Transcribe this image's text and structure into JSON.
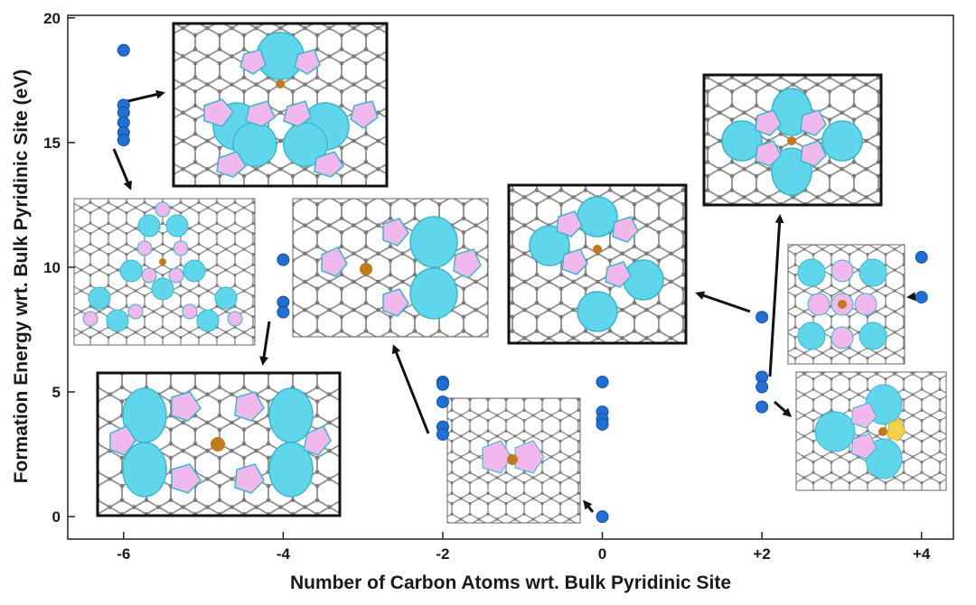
{
  "chart_data": {
    "type": "scatter",
    "title": "",
    "xlabel": "Number of Carbon Atoms wrt. Bulk Pyridinic Site",
    "ylabel": "Formation Energy wrt. Bulk Pyridinic Site (eV)",
    "xlim": [
      -6.7,
      4.4
    ],
    "ylim": [
      -0.9,
      20.1
    ],
    "xticks": [
      {
        "value": -6,
        "label": "-6"
      },
      {
        "value": -4,
        "label": "-4"
      },
      {
        "value": -2,
        "label": "-2"
      },
      {
        "value": 0,
        "label": "0"
      },
      {
        "value": 2,
        "label": "+2"
      },
      {
        "value": 4,
        "label": "+4"
      }
    ],
    "yticks": [
      {
        "value": 0,
        "label": "0"
      },
      {
        "value": 5,
        "label": "5"
      },
      {
        "value": 10,
        "label": "10"
      },
      {
        "value": 15,
        "label": "15"
      },
      {
        "value": 20,
        "label": "20"
      }
    ],
    "grid": false,
    "legend": "none",
    "marker_color": "#1f6fd6",
    "points": [
      {
        "x": -6,
        "y": 18.7
      },
      {
        "x": -6,
        "y": 16.5
      },
      {
        "x": -6,
        "y": 16.2
      },
      {
        "x": -6,
        "y": 15.8
      },
      {
        "x": -6,
        "y": 15.4
      },
      {
        "x": -6,
        "y": 15.1
      },
      {
        "x": -4,
        "y": 10.3
      },
      {
        "x": -4,
        "y": 8.6
      },
      {
        "x": -4,
        "y": 8.2
      },
      {
        "x": -2,
        "y": 5.4
      },
      {
        "x": -2,
        "y": 5.3
      },
      {
        "x": -2,
        "y": 4.6
      },
      {
        "x": -2,
        "y": 3.6
      },
      {
        "x": -2,
        "y": 3.3
      },
      {
        "x": 0,
        "y": 5.4
      },
      {
        "x": 0,
        "y": 4.2
      },
      {
        "x": 0,
        "y": 3.9
      },
      {
        "x": 0,
        "y": 3.7
      },
      {
        "x": 0,
        "y": 0.0
      },
      {
        "x": 2,
        "y": 8.0
      },
      {
        "x": 2,
        "y": 5.6
      },
      {
        "x": 2,
        "y": 5.2
      },
      {
        "x": 2,
        "y": 4.4
      },
      {
        "x": 4,
        "y": 10.4
      },
      {
        "x": 4,
        "y": 8.8
      }
    ]
  }
}
